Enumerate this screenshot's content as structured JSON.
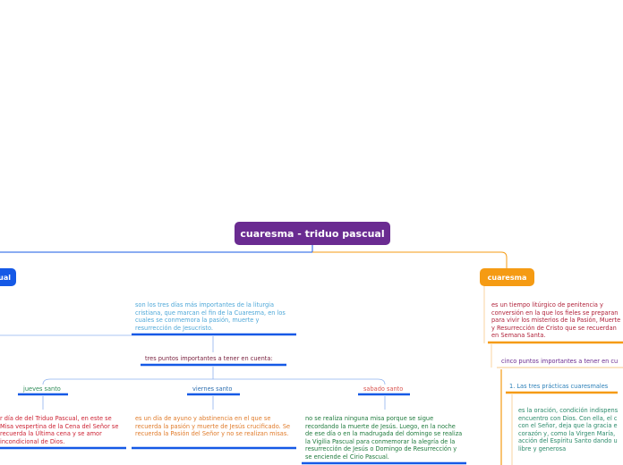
{
  "root": {
    "title": "cuaresma - triduo pascual"
  },
  "left_branch": {
    "title_fragment": "ual",
    "description": "son los tres días más importantes de la liturgia cristiana, que marcan el fin de la Cuaresma, en los cuales se conmemora la pasión, muerte y resurrección de Jesucristo.",
    "points_label": "tres puntos importantes a tener en cuenta:",
    "days": [
      {
        "label": "jueves santo",
        "text": "r día de del Triduo Pascual, en este se Misa vespertina de la Cena del Señor se recuerda la Última cena y se amor incondicional de Dios."
      },
      {
        "label": "viernes santo",
        "text": "es un día de ayuno y abstinencia en el que se recuerda la pasión y muerte de Jesús crucificado. Se recuerda la Pasión del Señor y no se realizan misas."
      },
      {
        "label": "sabado santo",
        "text": "no se realiza ninguna misa porque se sigue recordando la muerte de Jesús. Luego, en la noche de ese día o en la madrugada del domingo se realiza la Vigilia Pascual para conmemorar la alegría de la resurrección de Jesús o Domingo de Resurrección y se enciende el Cirio Pascual."
      }
    ]
  },
  "right_branch": {
    "title": "cuaresma",
    "description": "es un tiempo litúrgico de penitencia y conversión en la que los fieles se preparan para vivir los misterios de la Pasión, Muerte y Resurrección de Cristo que se recuerdan en Semana Santa.",
    "points_label": "cinco puntos importantes a tener en cu",
    "practice_label": "1. Las tres prácticas cuaresmales",
    "practice_text": "es la oración, condición indispens encuentro con Dios. Con ella, el c con el Señor, deja que la gracia e corazón y, como la Virgen María, acción del Espíritu Santo dando u libre y generosa"
  },
  "colors": {
    "root": "#6a2b91",
    "blue": "#1559e6",
    "orange": "#f59b13",
    "light_blue": "#8fb3ef",
    "light_orange": "#f7c98a"
  }
}
